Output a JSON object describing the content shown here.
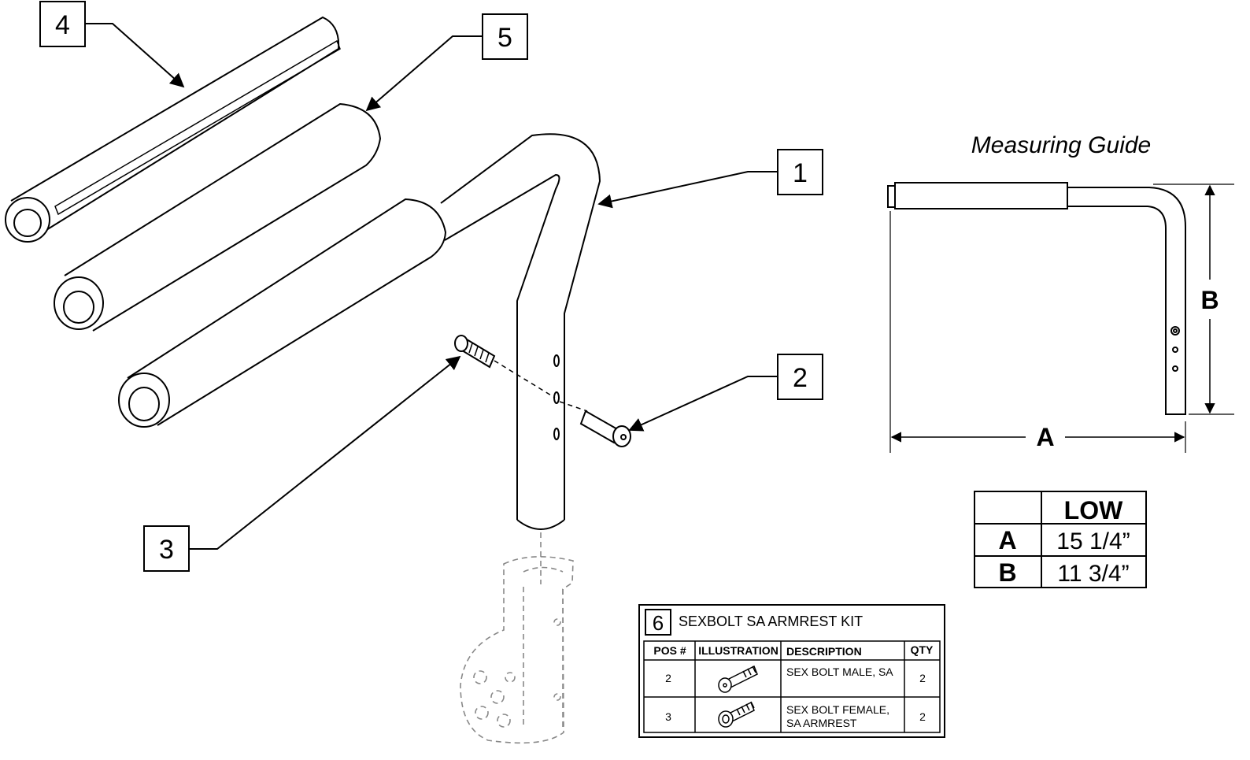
{
  "callouts": [
    "1",
    "2",
    "3",
    "4",
    "5"
  ],
  "measuring_guide": {
    "title": "Measuring Guide",
    "dim_a": "A",
    "dim_b": "B",
    "table": {
      "header": "LOW",
      "rows": [
        {
          "label": "A",
          "value": "15 1/4”"
        },
        {
          "label": "B",
          "value": "11 3/4”"
        }
      ]
    }
  },
  "kit": {
    "number": "6",
    "title": "SEXBOLT SA ARMREST KIT",
    "columns": [
      "POS #",
      "ILLUSTRATION",
      "DESCRIPTION",
      "QTY"
    ],
    "rows": [
      {
        "pos": "2",
        "description_lines": [
          "SEX BOLT MALE, SA"
        ],
        "qty": "2",
        "icon": "male-bolt-icon"
      },
      {
        "pos": "3",
        "description_lines": [
          "SEX BOLT FEMALE,",
          "SA ARMREST"
        ],
        "qty": "2",
        "icon": "female-bolt-icon"
      }
    ]
  }
}
